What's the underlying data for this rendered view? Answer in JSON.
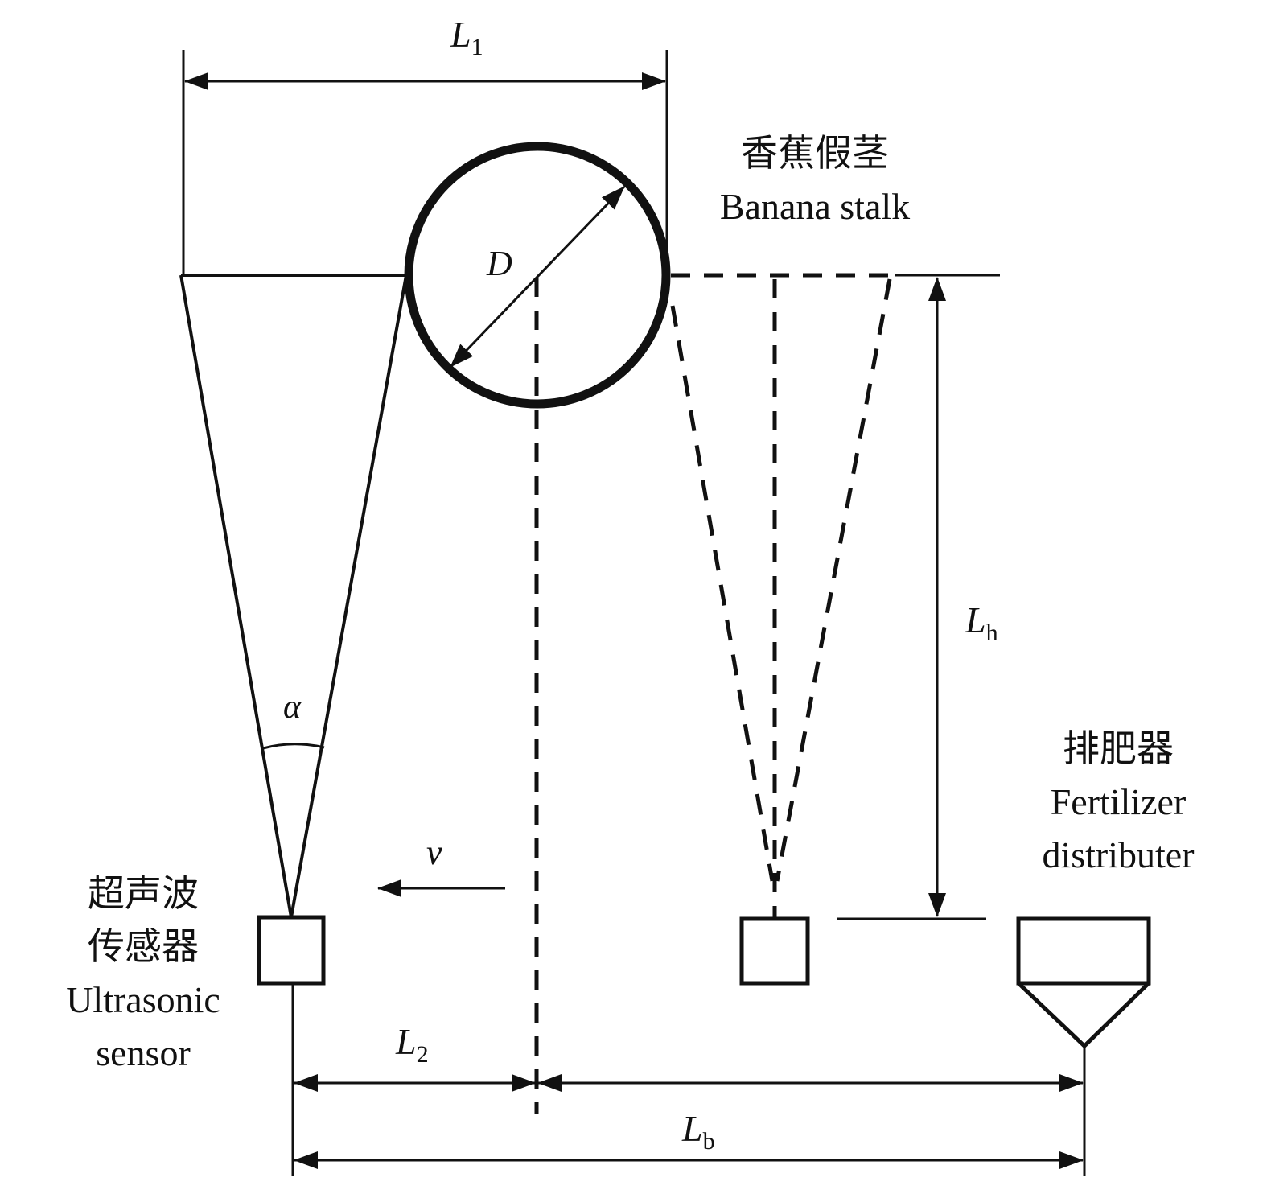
{
  "labels": {
    "stalk_cn": "香蕉假茎",
    "stalk_en": "Banana stalk",
    "sensor_cn_1": "超声波",
    "sensor_cn_2": "传感器",
    "sensor_en_1": "Ultrasonic",
    "sensor_en_2": "sensor",
    "dist_cn": "排肥器",
    "dist_en_1": "Fertilizer",
    "dist_en_2": "distributer"
  },
  "symbols": {
    "L1": "L",
    "L1_sub": "1",
    "L2": "L",
    "L2_sub": "2",
    "Lb": "L",
    "Lb_sub": "b",
    "Lh": "L",
    "Lh_sub": "h",
    "D": "D",
    "alpha": "α",
    "v": "v"
  },
  "colors": {
    "ink": "#111111",
    "background": "#ffffff"
  }
}
